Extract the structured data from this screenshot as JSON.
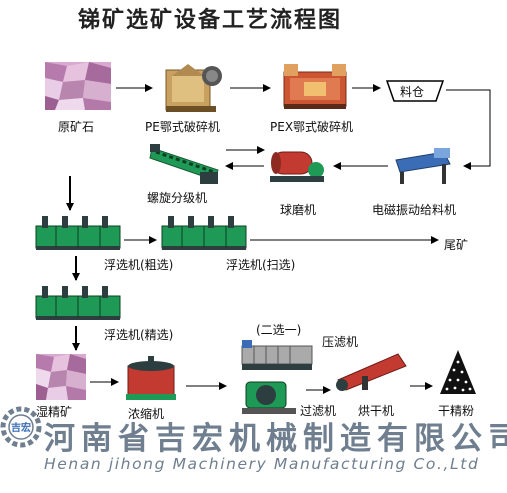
{
  "title": "锑矿选矿设备工艺流程图",
  "nodes": {
    "raw_ore": "原矿石",
    "pe_crusher": "PE鄂式破碎机",
    "pex_crusher": "PEX鄂式破碎机",
    "bin": "料仓",
    "spiral_classifier": "螺旋分级机",
    "ball_mill": "球磨机",
    "feeder": "电磁振动给料机",
    "tailings": "尾矿",
    "flot_rough": "浮选机(粗选)",
    "flot_scav": "浮选机(扫选)",
    "flot_clean": "浮选机(精选)",
    "second_sep": "(二选一)",
    "filter_press": "压滤机",
    "wet_conc": "湿精矿",
    "thickener": "浓缩机",
    "filter": "过滤机",
    "dryer": "烘干机",
    "dry_conc": "干精粉"
  },
  "company": {
    "logo_text": "吉宏",
    "name_cn": "河南省吉宏机械制造有限公司",
    "name_en": "Henan jihong Machinery Manufacturing Co.,Ltd"
  },
  "colors": {
    "machine_green": "#1f9a56",
    "machine_dark": "#2c3e40",
    "crusher_tan": "#c8a060",
    "crusher_red": "#cc5533",
    "mill_red": "#c23a30",
    "feeder_blue": "#3a6db5",
    "ore_pink": "#c98fbf",
    "footer_gray": "#6f7f8f"
  }
}
